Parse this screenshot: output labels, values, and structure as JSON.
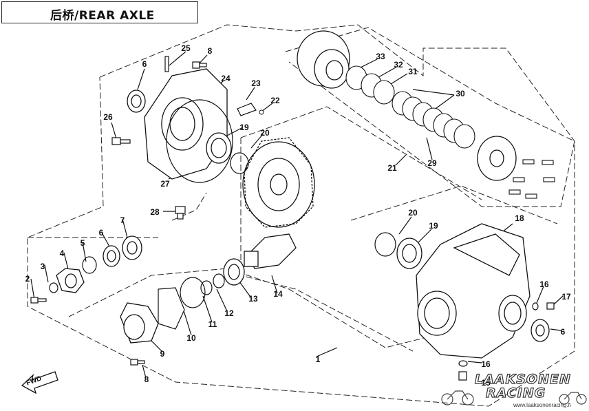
{
  "title": "后桥/REAR  AXLE",
  "fwd_label": "FWD",
  "watermark": {
    "line1": "LAAKSONEN",
    "line2": "RACING",
    "url": "www.laaksonenracing.fi"
  },
  "callouts": {
    "c1": "1",
    "c2": "2",
    "c3": "3",
    "c4": "4",
    "c5": "5",
    "c6a": "6",
    "c6b": "6",
    "c6c": "6",
    "c7": "7",
    "c8a": "8",
    "c8b": "8",
    "c9": "9",
    "c10": "10",
    "c11": "11",
    "c12": "12",
    "c13": "13",
    "c14": "14",
    "c15": "15",
    "c16a": "16",
    "c16b": "16",
    "c17": "17",
    "c18": "18",
    "c19a": "19",
    "c19b": "19",
    "c20a": "20",
    "c20b": "20",
    "c21": "21",
    "c22": "22",
    "c23": "23",
    "c24": "24",
    "c25": "25",
    "c26": "26",
    "c27": "27",
    "c28": "28",
    "c29": "29",
    "c30": "30",
    "c31": "31",
    "c32": "32",
    "c33": "33"
  }
}
